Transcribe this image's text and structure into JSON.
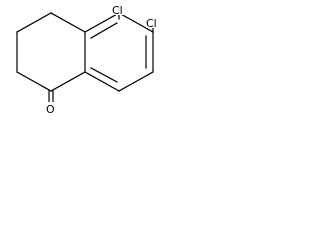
{
  "molecule": {
    "atoms": {
      "cl_top": "Cl",
      "cl_right": "Cl",
      "oxygen": "O"
    },
    "colors": {
      "bond": "#000000",
      "label": "#000000",
      "background": "#ffffff"
    }
  }
}
